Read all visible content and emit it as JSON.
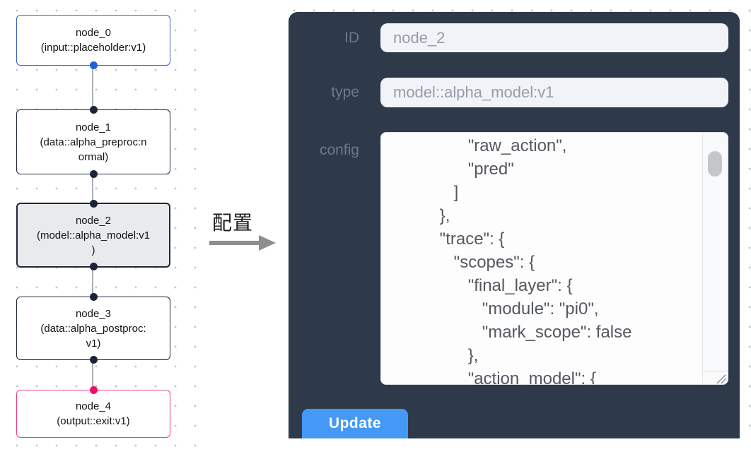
{
  "flow": {
    "nodes": [
      {
        "id": "node_0",
        "type": "input::placeholder:v1",
        "label_lines": [
          "node_0",
          "(input::placeholder:v1)"
        ],
        "selected": false,
        "border_color": "#3560c2",
        "port_color": "#1e62d9"
      },
      {
        "id": "node_1",
        "type": "data::alpha_preproc:normal",
        "label_lines": [
          "node_1",
          "(data::alpha_preproc:n",
          "ormal)"
        ],
        "selected": false,
        "border_color": "#1f2739",
        "port_color": "#1b2438"
      },
      {
        "id": "node_2",
        "type": "model::alpha_model:v1",
        "label_lines": [
          "node_2",
          "(model::alpha_model:v1",
          ")"
        ],
        "selected": true,
        "border_color": "#1f2739",
        "port_color": "#1b2438"
      },
      {
        "id": "node_3",
        "type": "data::alpha_postproc:v1",
        "label_lines": [
          "node_3",
          "(data::alpha_postproc:",
          "v1)"
        ],
        "selected": false,
        "border_color": "#1f2739",
        "port_color": "#1b2438"
      },
      {
        "id": "node_4",
        "type": "output::exit:v1",
        "label_lines": [
          "node_4",
          "(output::exit:v1)"
        ],
        "selected": false,
        "border_color": "#ee3d7d",
        "port_color": "#f10d6d"
      }
    ],
    "edge_color": "#aeb1b6",
    "grid_dot_color": "#c3c6cb"
  },
  "annotation": {
    "label": "配置",
    "arrow_color": "#8e8e8e"
  },
  "panel": {
    "background": "#2e3a49",
    "id_label": "ID",
    "id_value": "node_2",
    "type_label": "type",
    "type_value": "model::alpha_model:v1",
    "config_label": "config",
    "config_lines": [
      "                \"raw_action\",",
      "                \"pred\"",
      "             ]",
      "          },",
      "          \"trace\": {",
      "             \"scopes\": {",
      "                \"final_layer\": {",
      "                   \"module\": \"pi0\",",
      "                   \"mark_scope\": false",
      "                },",
      "                \"action_model\": {"
    ],
    "update_label": "Update",
    "update_color": "#4499f7",
    "field_bg": "#f1f3f8",
    "field_text_color": "#959ca9",
    "label_color": "#6e7888"
  }
}
